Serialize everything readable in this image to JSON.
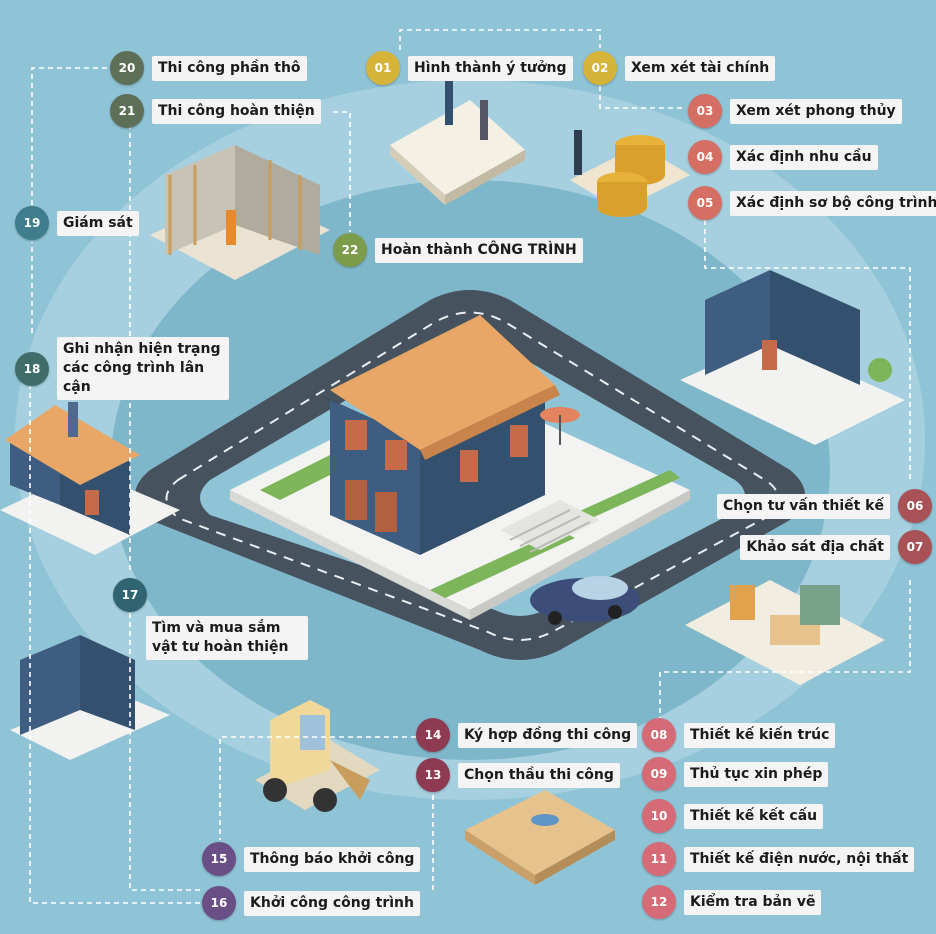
{
  "steps": [
    {
      "num": "01",
      "label": "Hình thành ý tưởng",
      "color": "#d6b43a"
    },
    {
      "num": "02",
      "label": "Xem xét tài chính",
      "color": "#d6b43a"
    },
    {
      "num": "03",
      "label": "Xem xét phong thủy",
      "color": "#d56e63"
    },
    {
      "num": "04",
      "label": "Xác định nhu cầu",
      "color": "#d56e63"
    },
    {
      "num": "05",
      "label": "Xác định sơ bộ công trình",
      "color": "#d56e63"
    },
    {
      "num": "06",
      "label": "Chọn tư vấn thiết kế",
      "color": "#a85257"
    },
    {
      "num": "07",
      "label": "Khảo sát địa chất",
      "color": "#a85257"
    },
    {
      "num": "08",
      "label": "Thiết kế kiến trúc",
      "color": "#d56b77"
    },
    {
      "num": "09",
      "label": "Thủ tục xin phép",
      "color": "#d56b77"
    },
    {
      "num": "10",
      "label": "Thiết kế kết cấu",
      "color": "#d56b77"
    },
    {
      "num": "11",
      "label": "Thiết kế điện nước, nội thất",
      "color": "#d56b77"
    },
    {
      "num": "12",
      "label": "Kiểm tra bản vẽ",
      "color": "#d56b77"
    },
    {
      "num": "13",
      "label": "Chọn thầu thi công",
      "color": "#8e3a52"
    },
    {
      "num": "14",
      "label": "Ký hợp đồng thi công",
      "color": "#8e3a52"
    },
    {
      "num": "15",
      "label": "Thông báo khởi công",
      "color": "#6a4f86"
    },
    {
      "num": "16",
      "label": "Khởi công công trình",
      "color": "#6a4f86"
    },
    {
      "num": "17",
      "label": "Tìm và mua sắm vật tư hoàn thiện",
      "color": "#2f6470"
    },
    {
      "num": "18",
      "label": "Ghi nhận hiện trạng các công trình lân cận",
      "color": "#3f6e6a"
    },
    {
      "num": "19",
      "label": "Giám sát",
      "color": "#3f7d8c"
    },
    {
      "num": "20",
      "label": "Thi công phần thô",
      "color": "#5e6f58"
    },
    {
      "num": "21",
      "label": "Thi công hoàn thiện",
      "color": "#5e6f58"
    },
    {
      "num": "22",
      "label": "Hoàn thành CÔNG TRÌNH",
      "color": "#7c9c4c"
    }
  ],
  "palette": {
    "background": "#8fc4d6",
    "ring_outer": "#a9d3e1",
    "ring_inner": "#7fb6c9",
    "road": "#45505c",
    "road_line": "#e8eef2",
    "roof": "#e8a766",
    "wall": "#3f5f82",
    "ground": "#f2f2f0",
    "grass": "#7cb55a"
  }
}
